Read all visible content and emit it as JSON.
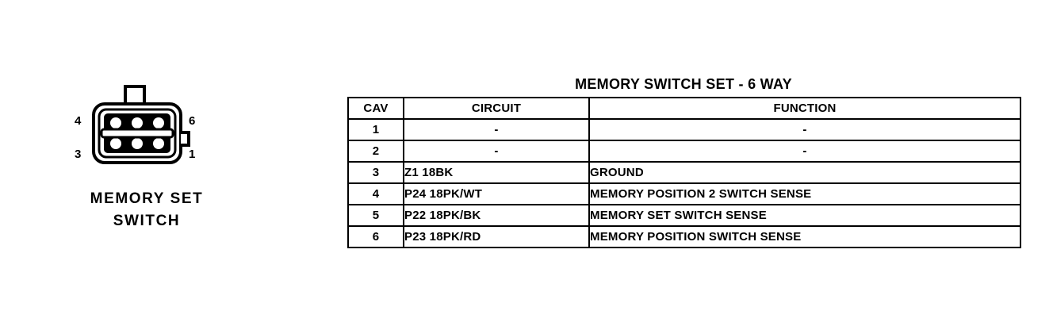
{
  "connector": {
    "name": "memory-set-switch-connector",
    "caption_line1": "MEMORY SET",
    "caption_line2": "SWITCH",
    "pin_labels": {
      "top_left": "4",
      "top_right": "6",
      "bottom_left": "3",
      "bottom_right": "1"
    },
    "cavity_count": 6,
    "rows": 2,
    "columns": 3,
    "ink_color": "#000000"
  },
  "table": {
    "title": "MEMORY SWITCH SET - 6 WAY",
    "headers": {
      "cav": "CAV",
      "circuit": "CIRCUIT",
      "function": "FUNCTION"
    },
    "rows": [
      {
        "cav": "1",
        "circuit": "-",
        "function": "-"
      },
      {
        "cav": "2",
        "circuit": "-",
        "function": "-"
      },
      {
        "cav": "3",
        "circuit": "Z1 18BK",
        "function": "GROUND"
      },
      {
        "cav": "4",
        "circuit": "P24 18PK/WT",
        "function": "MEMORY POSITION 2 SWITCH SENSE"
      },
      {
        "cav": "5",
        "circuit": "P22 18PK/BK",
        "function": "MEMORY SET SWITCH SENSE"
      },
      {
        "cav": "6",
        "circuit": "P23 18PK/RD",
        "function": "MEMORY POSITION SWITCH SENSE"
      }
    ]
  }
}
